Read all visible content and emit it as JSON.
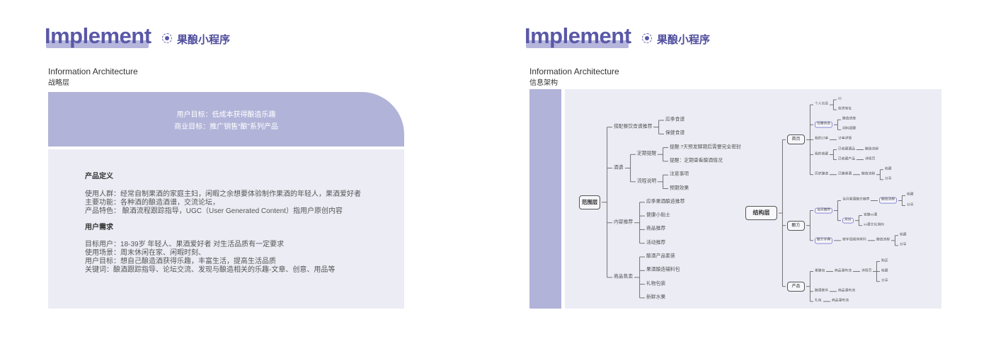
{
  "left_slide": {
    "logo": "Implement",
    "subtitle": "果酿小程序",
    "section_en": "Information Architecture",
    "section_cn": "战略层",
    "goals": [
      "用户目标：低成本获得酿造乐趣",
      "商业目标：推广销售“酿”系列产品"
    ],
    "product_def": {
      "heading": "产品定义",
      "lines": [
        "使用人群：经常自制果酒的家庭主妇，闲暇之余想要体验制作果酒的年轻人，果酒爱好者",
        "主要功能：各种酒的酿造酒谱，交流论坛，",
        "产品特色：  酿酒流程跟踪指导，UGC（User Generated Content）指用户原创内容"
      ]
    },
    "user_needs": {
      "heading": "用户需求",
      "lines": [
        "目标用户：18-39岁 年轻人、果酒爱好者 对生活品质有一定要求",
        "使用场景：周末休闲在家、闲暇时刻、",
        "用户目标：想自己酿造酒获得乐趣，丰富生活，提高生活品质",
        "关键词：酿酒跟踪指导、论坛交流、发现与酿造相关的乐趣-文章、创意、用品等"
      ]
    }
  },
  "right_slide": {
    "logo": "Implement",
    "subtitle": "果酿小程序",
    "section_en": "Information Architecture",
    "section_cn": "信息架构",
    "scope_tree": {
      "label": "范围层",
      "children": [
        {
          "label": "搭配餐饮食谱推荐",
          "children": [
            {
              "label": "应季食谱"
            },
            {
              "label": "保健食谱"
            }
          ]
        },
        {
          "label": "酒谱",
          "children": [
            {
              "label": "定期提醒",
              "children": [
                {
                  "label": "提醒:7天预发酵期后需要完全密封"
                },
                {
                  "label": "提醒：定期查看酿酒情况"
                }
              ]
            },
            {
              "label": "流程说明",
              "children": [
                {
                  "label": "注意事项"
                },
                {
                  "label": "预期效果"
                }
              ]
            }
          ]
        },
        {
          "label": "内容推荐",
          "children": [
            {
              "label": "应季果酒酿造推荐"
            },
            {
              "label": "健康小贴士"
            },
            {
              "label": "商品推荐"
            },
            {
              "label": "活动推荐"
            }
          ]
        },
        {
          "label": "商品售卖",
          "children": [
            {
              "label": "酿酒产品套装"
            },
            {
              "label": "果酒酿造辅料包"
            },
            {
              "label": "礼物包装"
            },
            {
              "label": "新鲜水果"
            }
          ]
        }
      ]
    },
    "structure_tree": {
      "label": "结构层",
      "children": [
        {
          "label": "首页",
          "children": [
            {
              "label": "个人信息",
              "children": [
                {
                  "label": "ID"
                },
                {
                  "label": "收货地址"
                }
              ]
            },
            {
              "label": "在酿状态",
              "highlight": true,
              "children": [
                {
                  "label": "酿造进度"
                },
                {
                  "label": "闭料提醒"
                }
              ]
            },
            {
              "label": "我的订单",
              "children": [
                {
                  "label": "订单详情"
                }
              ]
            },
            {
              "label": "我的收藏",
              "children": [
                {
                  "label": "已收藏酒品",
                  "children": [
                    {
                      "label": "酿造流程"
                    }
                  ]
                },
                {
                  "label": "已收藏产品",
                  "children": [
                    {
                      "label": "详情页"
                    }
                  ]
                }
              ]
            },
            {
              "label": "历史酿造",
              "children": [
                {
                  "label": "已酿果酒",
                  "children": [
                    {
                      "label": "酿造流程",
                      "children": [
                        {
                          "label": "收藏"
                        },
                        {
                          "label": "分享"
                        }
                      ]
                    }
                  ]
                }
              ]
            }
          ]
        },
        {
          "label": "酿方",
          "children": [
            {
              "label": "当月推荐",
              "highlight": true,
              "children": [
                {
                  "label": "当月果酒酿方推荐",
                  "children": [
                    {
                      "label": "酿造流程",
                      "highlight": true,
                      "children": [
                        {
                          "label": "收藏"
                        },
                        {
                          "label": "分享"
                        }
                      ]
                    }
                  ]
                },
                {
                  "label": "月份",
                  "highlight": true,
                  "children": [
                    {
                      "label": "宜酿xx酒"
                    },
                    {
                      "label": "xx酒文化溯向"
                    }
                  ]
                }
              ]
            },
            {
              "label": "酿方字典",
              "highlight": true,
              "children": [
                {
                  "label": "按字母顺序排列",
                  "children": [
                    {
                      "label": "酿造流程",
                      "children": [
                        {
                          "label": "收藏"
                        },
                        {
                          "label": "分享"
                        }
                      ]
                    }
                  ]
                }
              ]
            }
          ]
        },
        {
          "label": "产品",
          "children": [
            {
              "label": "果酿包",
              "children": [
                {
                  "label": "商品瀑布流",
                  "children": [
                    {
                      "label": "详情页",
                      "children": [
                        {
                          "label": "购买"
                        },
                        {
                          "label": "收藏"
                        },
                        {
                          "label": "分享"
                        }
                      ]
                    }
                  ]
                }
              ]
            },
            {
              "label": "酿酒套件",
              "children": [
                {
                  "label": "商品瀑布流"
                }
              ]
            },
            {
              "label": "礼包",
              "children": [
                {
                  "label": "商品瀑布流"
                }
              ]
            }
          ]
        }
      ]
    }
  }
}
